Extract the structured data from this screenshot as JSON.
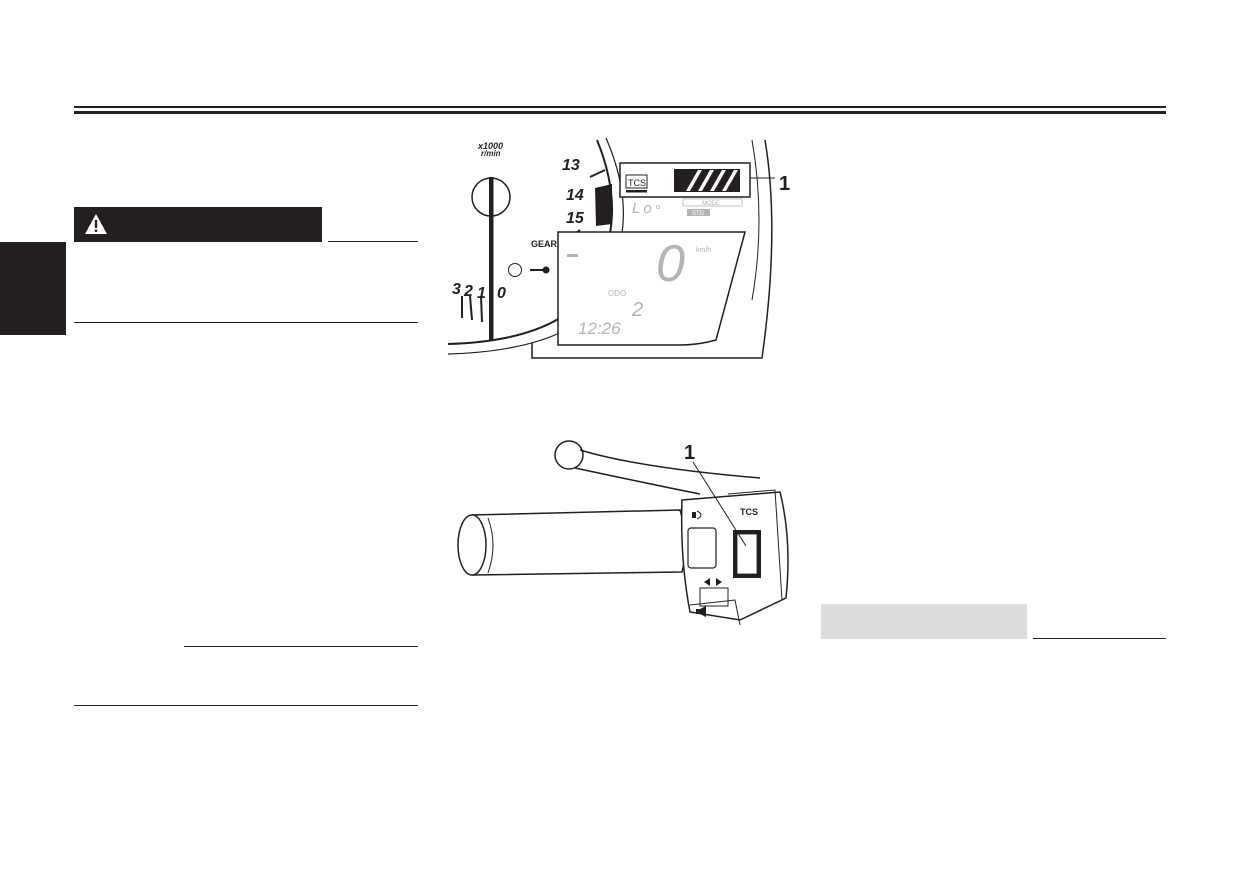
{
  "figure1": {
    "tach_unit_line1": "x1000",
    "tach_unit_line2": "r/min",
    "tach_numbers": [
      "13",
      "14",
      "15",
      "3",
      "2",
      "1",
      "0"
    ],
    "gear_label": "GEAR",
    "tcs_indicator": "TCS",
    "tcs_level_text": "Lo",
    "mode_label": "MODE",
    "mode_value": "STD",
    "speed_value": "0",
    "speed_unit": "km/h",
    "odo_label": "ODO",
    "odo_value": "2",
    "clock": "12:26",
    "callout": "1"
  },
  "figure2": {
    "switch_label": "TCS",
    "callout": "1"
  },
  "colors": {
    "ink": "#231f20",
    "lcd_gray": "#b4b4b4",
    "caution_fill": "#dcdcdc"
  }
}
